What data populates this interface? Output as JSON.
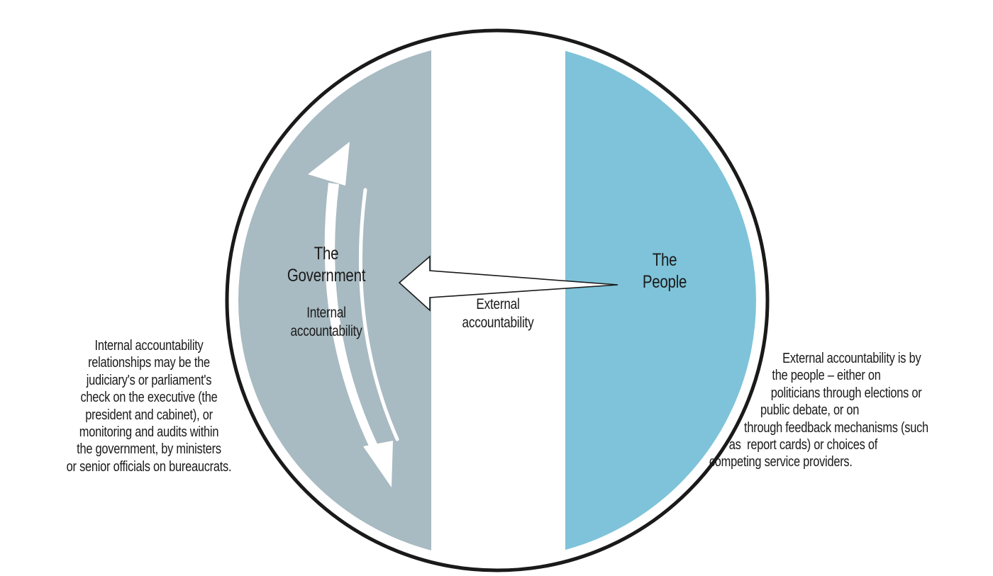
{
  "government": {
    "title_lines": [
      "The",
      "Government"
    ],
    "internal_label_lines": [
      "Internal",
      "accountability"
    ]
  },
  "people": {
    "title_lines": [
      "The",
      "People"
    ]
  },
  "external_label_lines": [
    "External",
    "accountability"
  ],
  "left_description_lines": [
    "Internal accountability",
    "relationships may be the",
    "judiciary's or parliament's",
    "check on the executive (the",
    "president and cabinet), or",
    "monitoring and audits within",
    "the government, by ministers",
    "or senior officials on bureaucrats."
  ],
  "right_description_lines": [
    "External accountability is by",
    "the people – either on",
    "politicians through elections or",
    "public debate, or on",
    "through feedback mechanisms (such",
    "as  report cards) or choices of",
    "competing service providers."
  ],
  "colors": {
    "government_fill": "#a8bac2",
    "people_fill": "#7ec3d9",
    "circle_outline": "#1a1a1a",
    "arrow_fill": "#ffffff"
  }
}
